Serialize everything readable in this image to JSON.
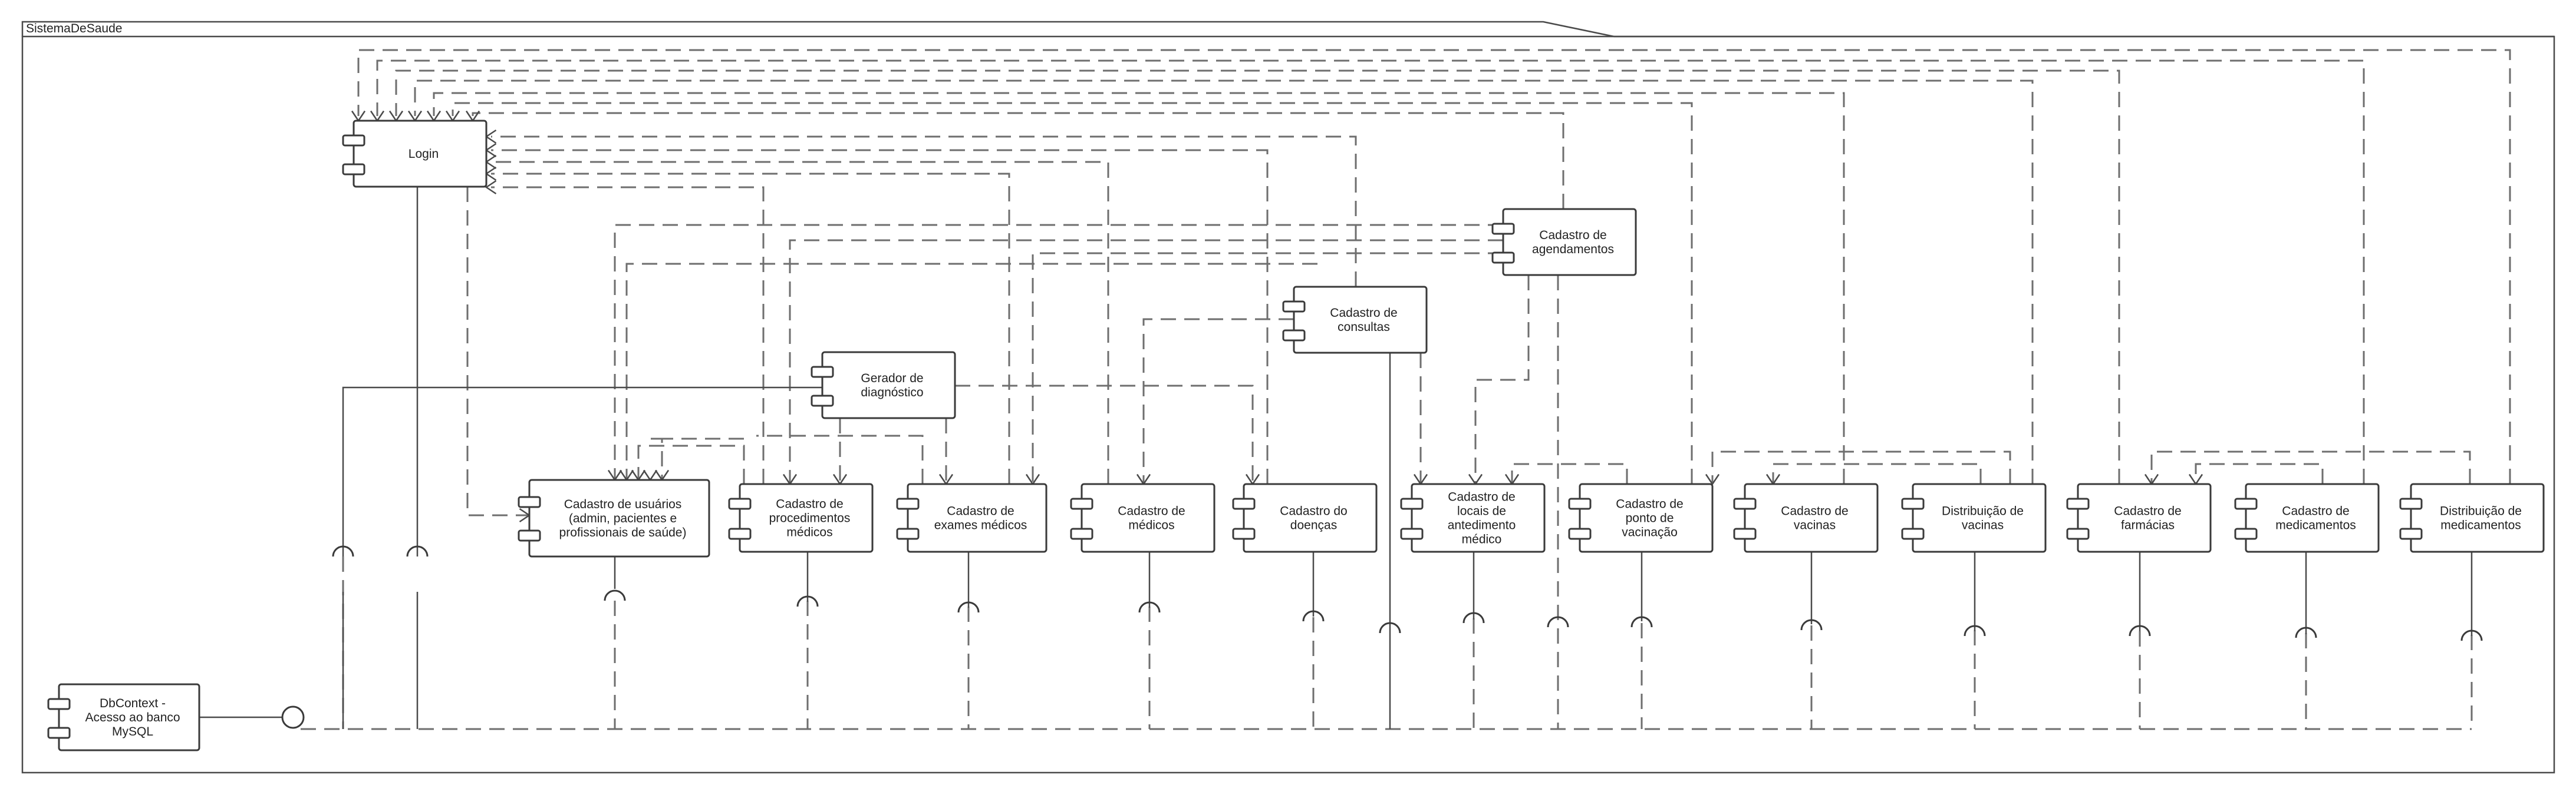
{
  "frame": {
    "title": "SistemaDeSaude"
  },
  "colors": {
    "line": "#6e6e6e",
    "border": "#3a3a3a",
    "background": "#ffffff"
  },
  "components": [
    {
      "id": "login",
      "label": "Login"
    },
    {
      "id": "agendamentos",
      "label": "Cadastro de\nagendamentos"
    },
    {
      "id": "consultas",
      "label": "Cadastro de\nconsultas"
    },
    {
      "id": "gerador",
      "label": "Gerador de\ndiagnóstico"
    },
    {
      "id": "usuarios",
      "label": "Cadastro de usuários\n(admin, pacientes e\nprofissionais de saúde)"
    },
    {
      "id": "procedimentos",
      "label": "Cadastro de\nprocedimentos\nmédicos"
    },
    {
      "id": "exames",
      "label": "Cadastro de\nexames médicos"
    },
    {
      "id": "medicos",
      "label": "Cadastro de\nmédicos"
    },
    {
      "id": "doencas",
      "label": "Cadastro do\ndoenças"
    },
    {
      "id": "locais",
      "label": "Cadastro de\nlocais de\nantedimento\nmédico"
    },
    {
      "id": "ponto",
      "label": "Cadastro de\nponto de\nvacinação"
    },
    {
      "id": "vacinas",
      "label": "Cadastro de\nvacinas"
    },
    {
      "id": "distvacinas",
      "label": "Distribuição de\nvacinas"
    },
    {
      "id": "farmacias",
      "label": "Cadastro de\nfarmácias"
    },
    {
      "id": "medicamentos",
      "label": "Cadastro de\nmedicamentos"
    },
    {
      "id": "distmed",
      "label": "Distribuição de\nmedicamentos"
    },
    {
      "id": "dbcontext",
      "label": "DbContext -\nAcesso ao banco\nMySQL"
    }
  ]
}
